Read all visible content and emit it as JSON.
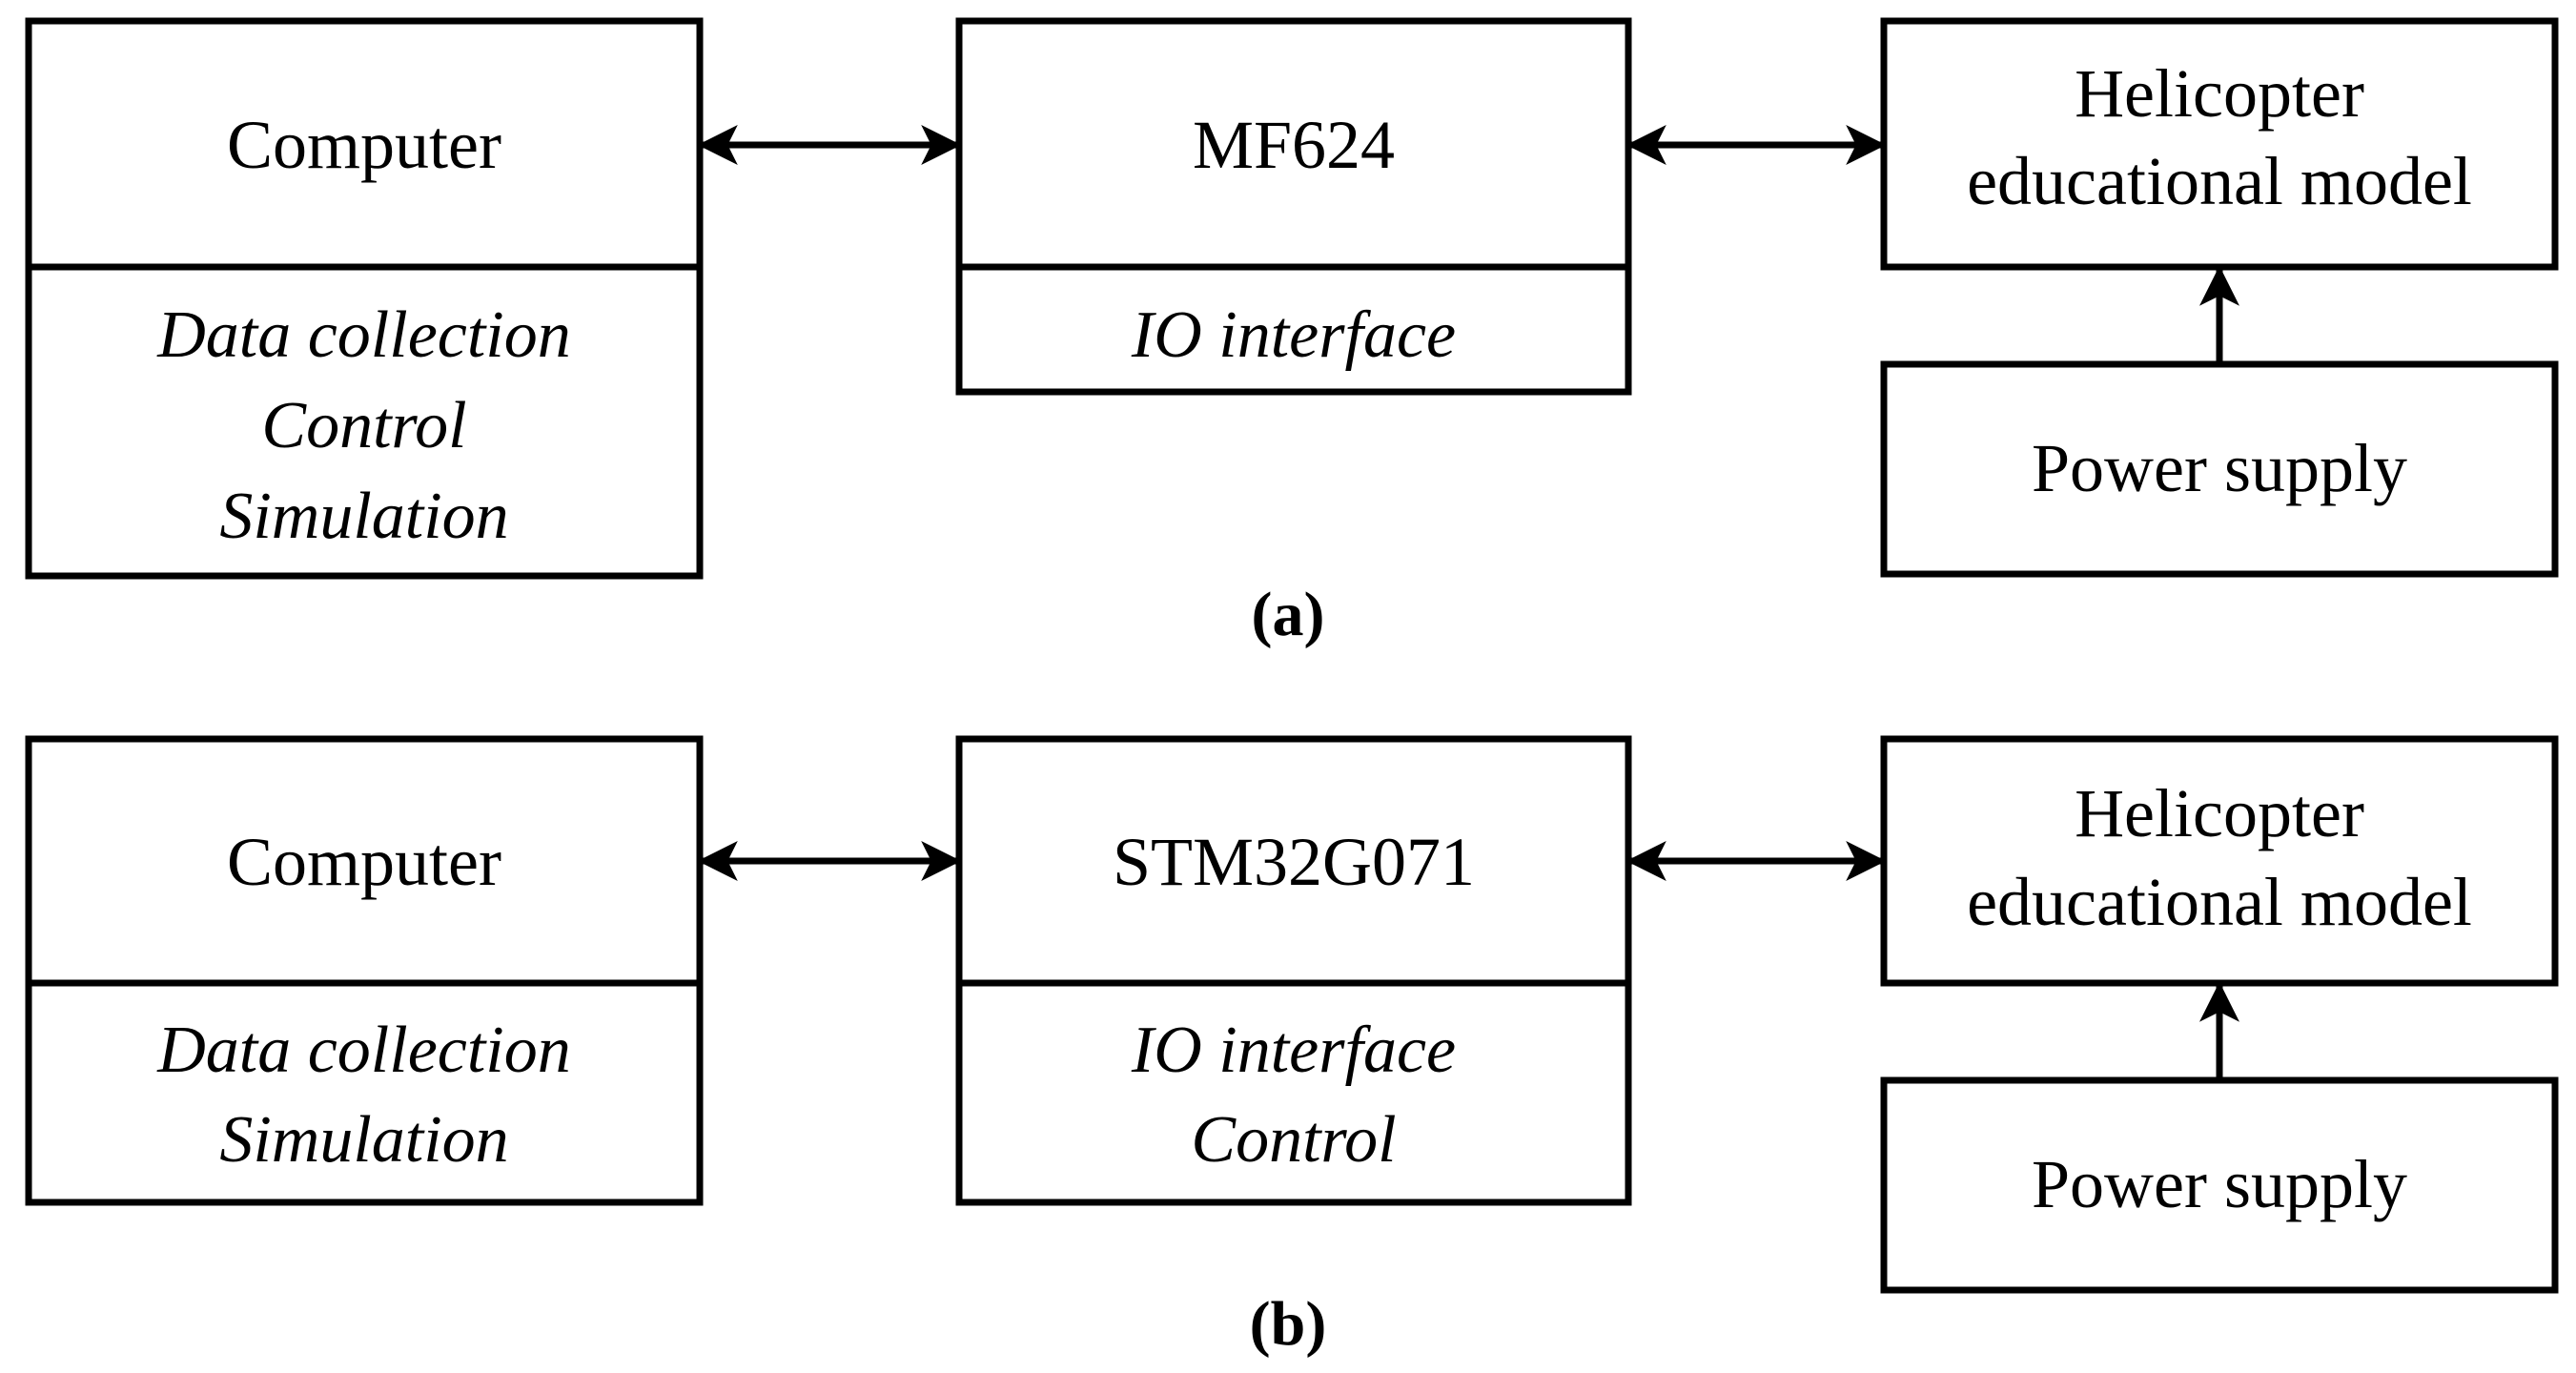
{
  "panels": [
    {
      "id": "a",
      "caption": "(a)",
      "computer": {
        "title": [
          "Computer"
        ],
        "roles": [
          "Data collection",
          "Control",
          "Simulation"
        ]
      },
      "interface": {
        "title": [
          "MF624"
        ],
        "roles": [
          "IO interface"
        ]
      },
      "model": {
        "title": [
          "Helicopter",
          "educational model"
        ]
      },
      "power": {
        "title": [
          "Power supply"
        ]
      }
    },
    {
      "id": "b",
      "caption": "(b)",
      "computer": {
        "title": [
          "Computer"
        ],
        "roles": [
          "Data collection",
          "Simulation"
        ]
      },
      "interface": {
        "title": [
          "STM32G071"
        ],
        "roles": [
          "IO interface",
          "Control"
        ]
      },
      "model": {
        "title": [
          "Helicopter",
          "educational model"
        ]
      },
      "power": {
        "title": [
          "Power supply"
        ]
      }
    }
  ],
  "colors": {
    "stroke": "#000000",
    "background": "#ffffff"
  }
}
